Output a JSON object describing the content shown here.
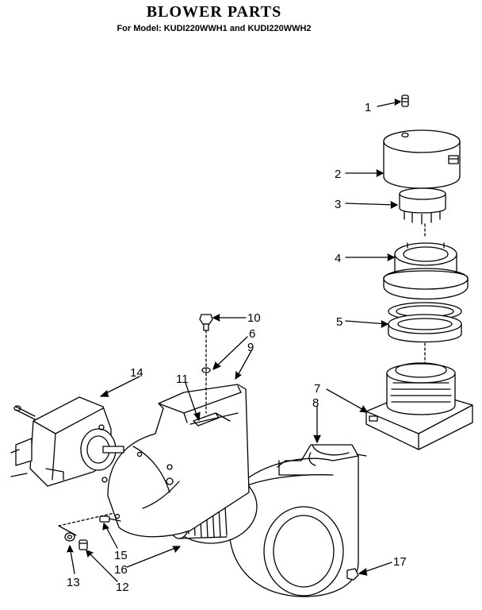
{
  "title": "BLOWER PARTS",
  "subtitle": "For Model: KUDI220WWH1 and KUDI220WWH2",
  "callouts": [
    "1",
    "2",
    "3",
    "4",
    "5",
    "6",
    "7",
    "8",
    "9",
    "10",
    "11",
    "12",
    "13",
    "14",
    "15",
    "16",
    "17"
  ]
}
